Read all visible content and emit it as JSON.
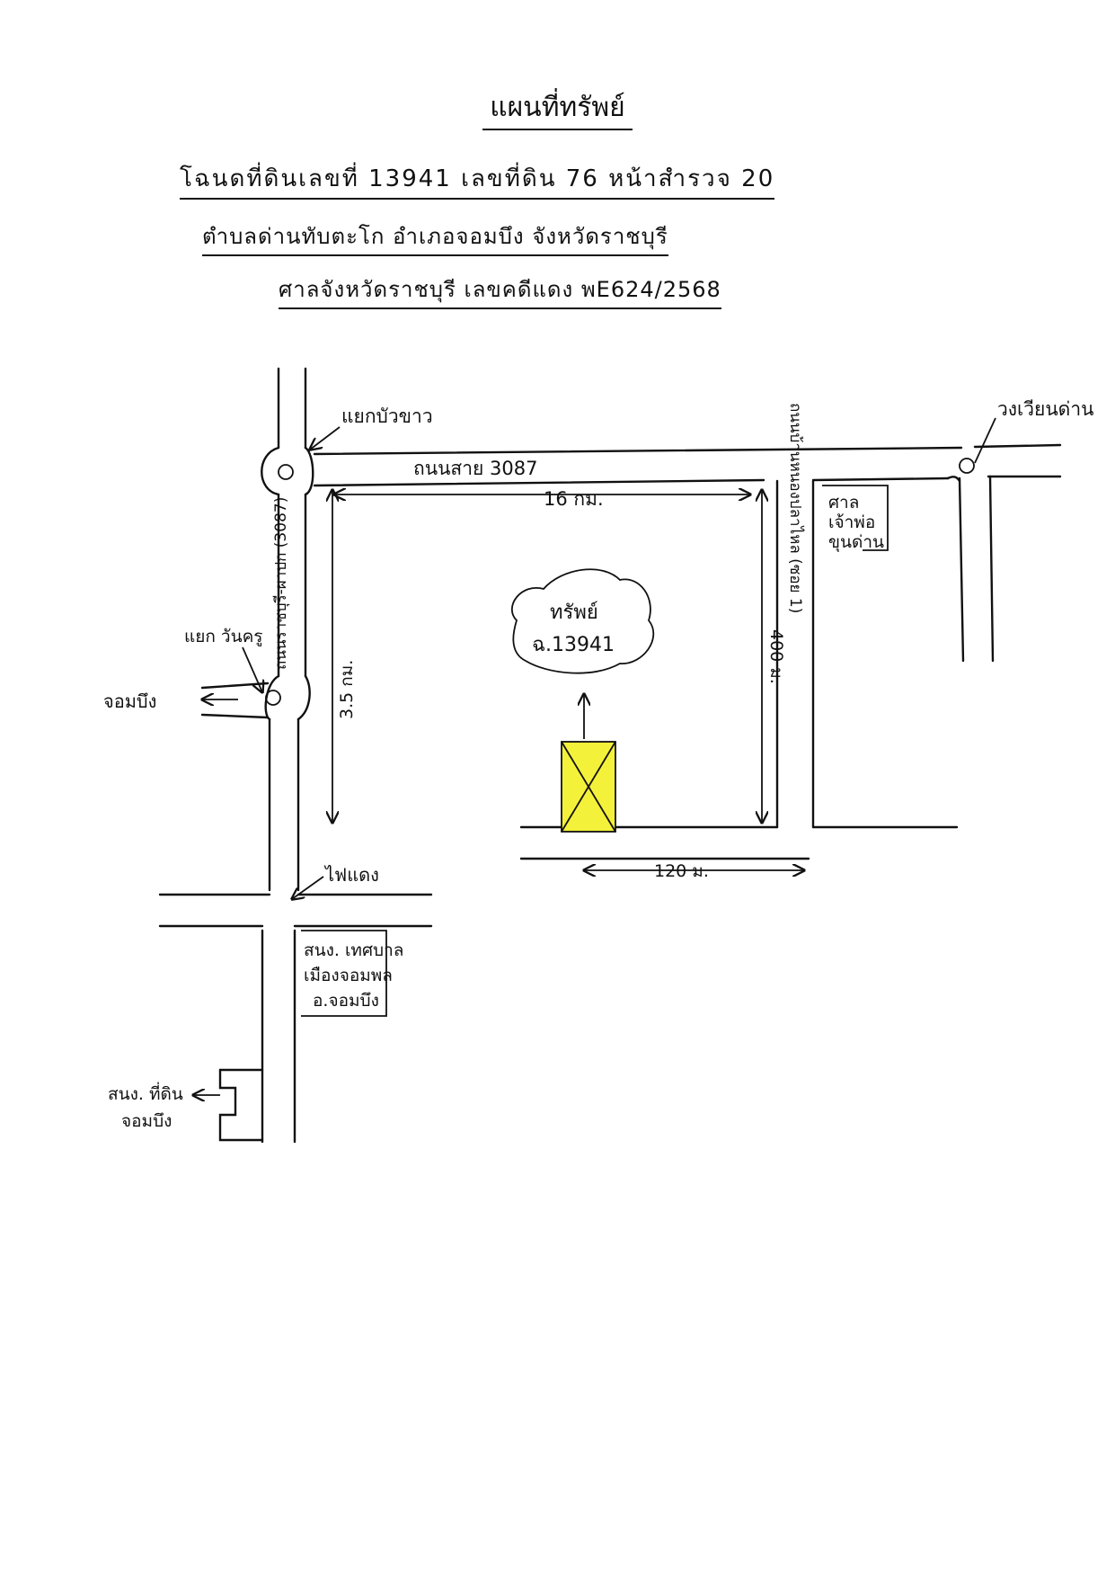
{
  "header": {
    "title": "แผนที่ทรัพย์",
    "line1": "โฉนดที่ดินเลขที่ 13941 เลขที่ดิน 76 หน้าสำรวจ 20",
    "line2": "ตำบลด่านทับตะโก อำเภอจอมบึง จังหวัดราชบุรี",
    "line3": "ศาลจังหวัดราชบุรี เลขคดีแดง พE624/2568"
  },
  "map": {
    "labels": {
      "intersection_nw": "แยกบัวขาว",
      "road_3087": "ถนนสาย 3087",
      "road_vertical": "ถนนราชบุรี-ผาปก (3087)",
      "intersection_wankhru": "แยก วันครู",
      "chom_bueng": "จอมบึง",
      "traffic_light": "ไฟแดง",
      "circle_east": "วงเวียนด่าน",
      "shrine_line1": "ศาล",
      "shrine_line2": "เจ้าพ่อ",
      "shrine_line3": "ขุนด่าน",
      "soi_road": "ถนนบ้านหนองปลาไหล (ซอย 1)",
      "property_line1": "ทรัพย์",
      "property_line2": "ฉ.13941",
      "dist_16km": "16 กม.",
      "dist_3_5km": "3.5 กม.",
      "dist_400m": "400 ม.",
      "dist_120m": "120 ม.",
      "hospital_line1": "สนง. เทศบาล",
      "hospital_line2": "เมืองจอมพล",
      "hospital_line3": "อ.จอมบึง",
      "landoffice_line1": "สนง. ที่ดิน",
      "landoffice_line2": "จอมบึง"
    },
    "property_color": "#f4f13a"
  }
}
